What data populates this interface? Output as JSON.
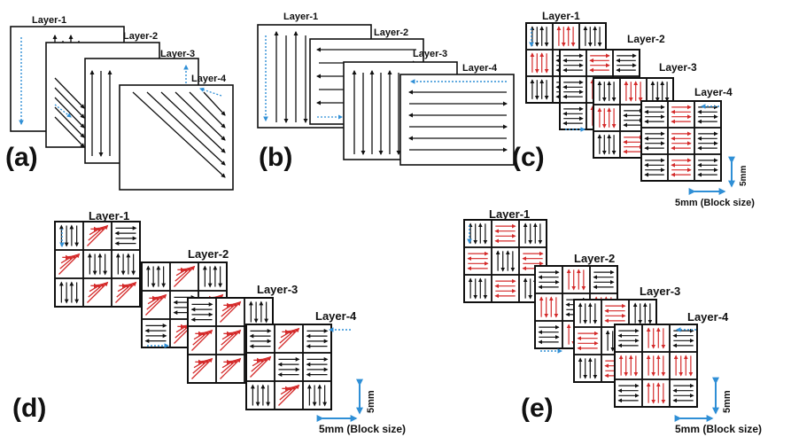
{
  "panels": [
    {
      "id": "a",
      "label": "(a)",
      "layers": [
        "Layer-1",
        "Layer-2",
        "Layer-3",
        "Layer-4"
      ]
    },
    {
      "id": "b",
      "label": "(b)",
      "layers": [
        "Layer-1",
        "Layer-2",
        "Layer-3",
        "Layer-4"
      ]
    },
    {
      "id": "c",
      "label": "(c)",
      "layers": [
        "Layer-1",
        "Layer-2",
        "Layer-3",
        "Layer-4"
      ],
      "scale_v": "5mm",
      "scale_h": "5mm (Block size)"
    },
    {
      "id": "d",
      "label": "(d)",
      "layers": [
        "Layer-1",
        "Layer-2",
        "Layer-3",
        "Layer-4"
      ],
      "scale_v": "5mm",
      "scale_h": "5mm (Block size)"
    },
    {
      "id": "e",
      "label": "(e)",
      "layers": [
        "Layer-1",
        "Layer-2",
        "Layer-3",
        "Layer-4"
      ],
      "scale_v": "5mm",
      "scale_h": "5mm (Block size)"
    }
  ],
  "colors": {
    "stroke": "#111111",
    "red": "#d42a2a",
    "blue": "#2f8fd6"
  }
}
